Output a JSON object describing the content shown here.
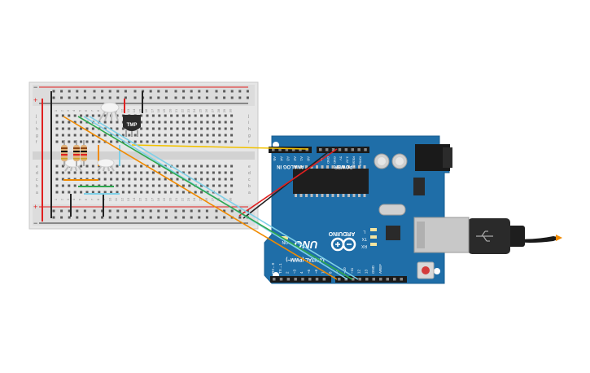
{
  "breadboard": {
    "row_letters_top": [
      "j",
      "i",
      "h",
      "g",
      "f"
    ],
    "row_letters_bottom": [
      "e",
      "d",
      "c",
      "b",
      "a"
    ],
    "column_numbers": [
      "1",
      "2",
      "3",
      "4",
      "5",
      "6",
      "7",
      "8",
      "9",
      "10",
      "11",
      "12",
      "13",
      "14",
      "15",
      "16",
      "17",
      "18",
      "19",
      "20",
      "21",
      "22",
      "23",
      "24",
      "25",
      "26",
      "27",
      "28",
      "29",
      "30"
    ],
    "plus_label": "+",
    "minus_label": "−"
  },
  "sensor": {
    "label": "TMP"
  },
  "arduino": {
    "analog_header": "ANALOG IN",
    "power_header": "POWER",
    "analog_pins": [
      "A5",
      "A4",
      "A3",
      "A2",
      "A1",
      "A0"
    ],
    "power_pins": [
      "Vin",
      "GND",
      "GND",
      "5V",
      "3.3V",
      "RESET",
      "IOREF"
    ],
    "brand": "ARDUINO",
    "model": "UNO",
    "led_labels": [
      "L",
      "TX",
      "RX"
    ],
    "digital_header": "DIGITAL (PWM~)",
    "digital_pins": [
      "RX←0",
      "TX→1",
      "2",
      "~3",
      "4",
      "~5",
      "~6",
      "7",
      "8",
      "~9",
      "~10",
      "~11",
      "12",
      "13",
      "GND",
      "AREF"
    ],
    "on_label": "ON"
  },
  "colors": {
    "wire_red": "#e02020",
    "wire_black": "#222222",
    "wire_orange": "#f08a00",
    "wire_green": "#2ea84f",
    "wire_cyan": "#7fd0e8",
    "wire_yellow": "#f2c200",
    "board_blue": "#1f6ea8"
  }
}
